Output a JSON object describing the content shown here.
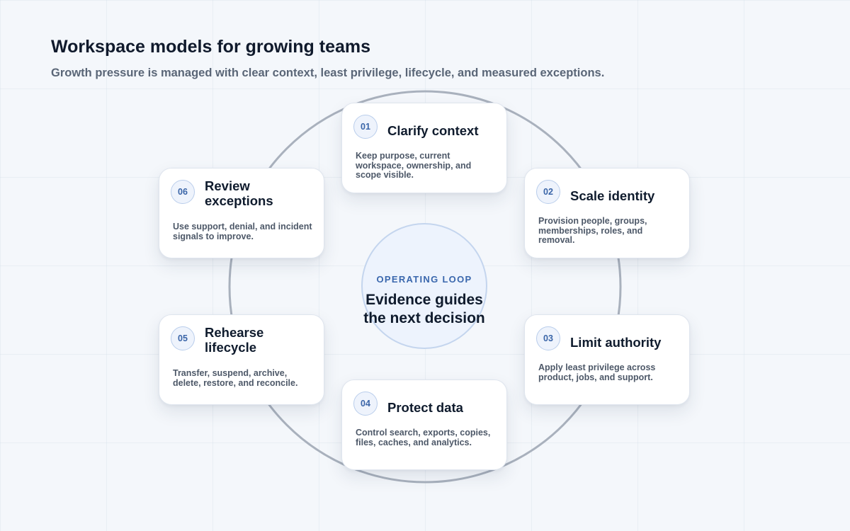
{
  "header": {
    "title": "Workspace models for growing teams",
    "subtitle": "Growth pressure is managed with clear context, least privilege, lifecycle, and measured exceptions."
  },
  "center": {
    "kicker": "OPERATING LOOP",
    "text": "Evidence guides the next decision"
  },
  "steps": [
    {
      "number": "01",
      "title": "Clarify context",
      "body": "Keep purpose, current workspace, ownership, and scope visible."
    },
    {
      "number": "02",
      "title": "Scale identity",
      "body": "Provision people, groups, memberships, roles, and removal."
    },
    {
      "number": "03",
      "title": "Limit authority",
      "body": "Apply least privilege across product, jobs, and support."
    },
    {
      "number": "04",
      "title": "Protect data",
      "body": "Control search, exports, copies, files, caches, and analytics."
    },
    {
      "number": "05",
      "title": "Rehearse lifecycle",
      "body": "Transfer, suspend, archive, delete, restore, and reconcile."
    },
    {
      "number": "06",
      "title": "Review exceptions",
      "body": "Use support, denial, and incident signals to improve."
    }
  ],
  "colors": {
    "accent": "#3a67ad",
    "ring": "#a9b1bd",
    "text": "#0f1b2d",
    "muted": "#5a6677"
  }
}
